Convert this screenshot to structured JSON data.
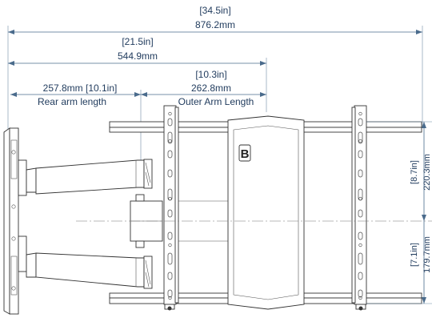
{
  "dimensions": {
    "total_width": {
      "inches": "[34.5in]",
      "mm": "876.2mm"
    },
    "mid_width": {
      "inches": "[21.5in]",
      "mm": "544.9mm"
    },
    "outer_arm": {
      "inches": "[10.3in]",
      "mm": "262.8mm",
      "label": "Outer Arm Length"
    },
    "rear_arm": {
      "combined": "257.8mm [10.1in]",
      "label": "Rear arm length"
    },
    "upper_height": {
      "inches": "[8.7in]",
      "mm": "220.3mm"
    },
    "lower_height": {
      "inches": "[7.1in]",
      "mm": "179.7mm"
    }
  },
  "logo": {
    "letter": "B"
  }
}
